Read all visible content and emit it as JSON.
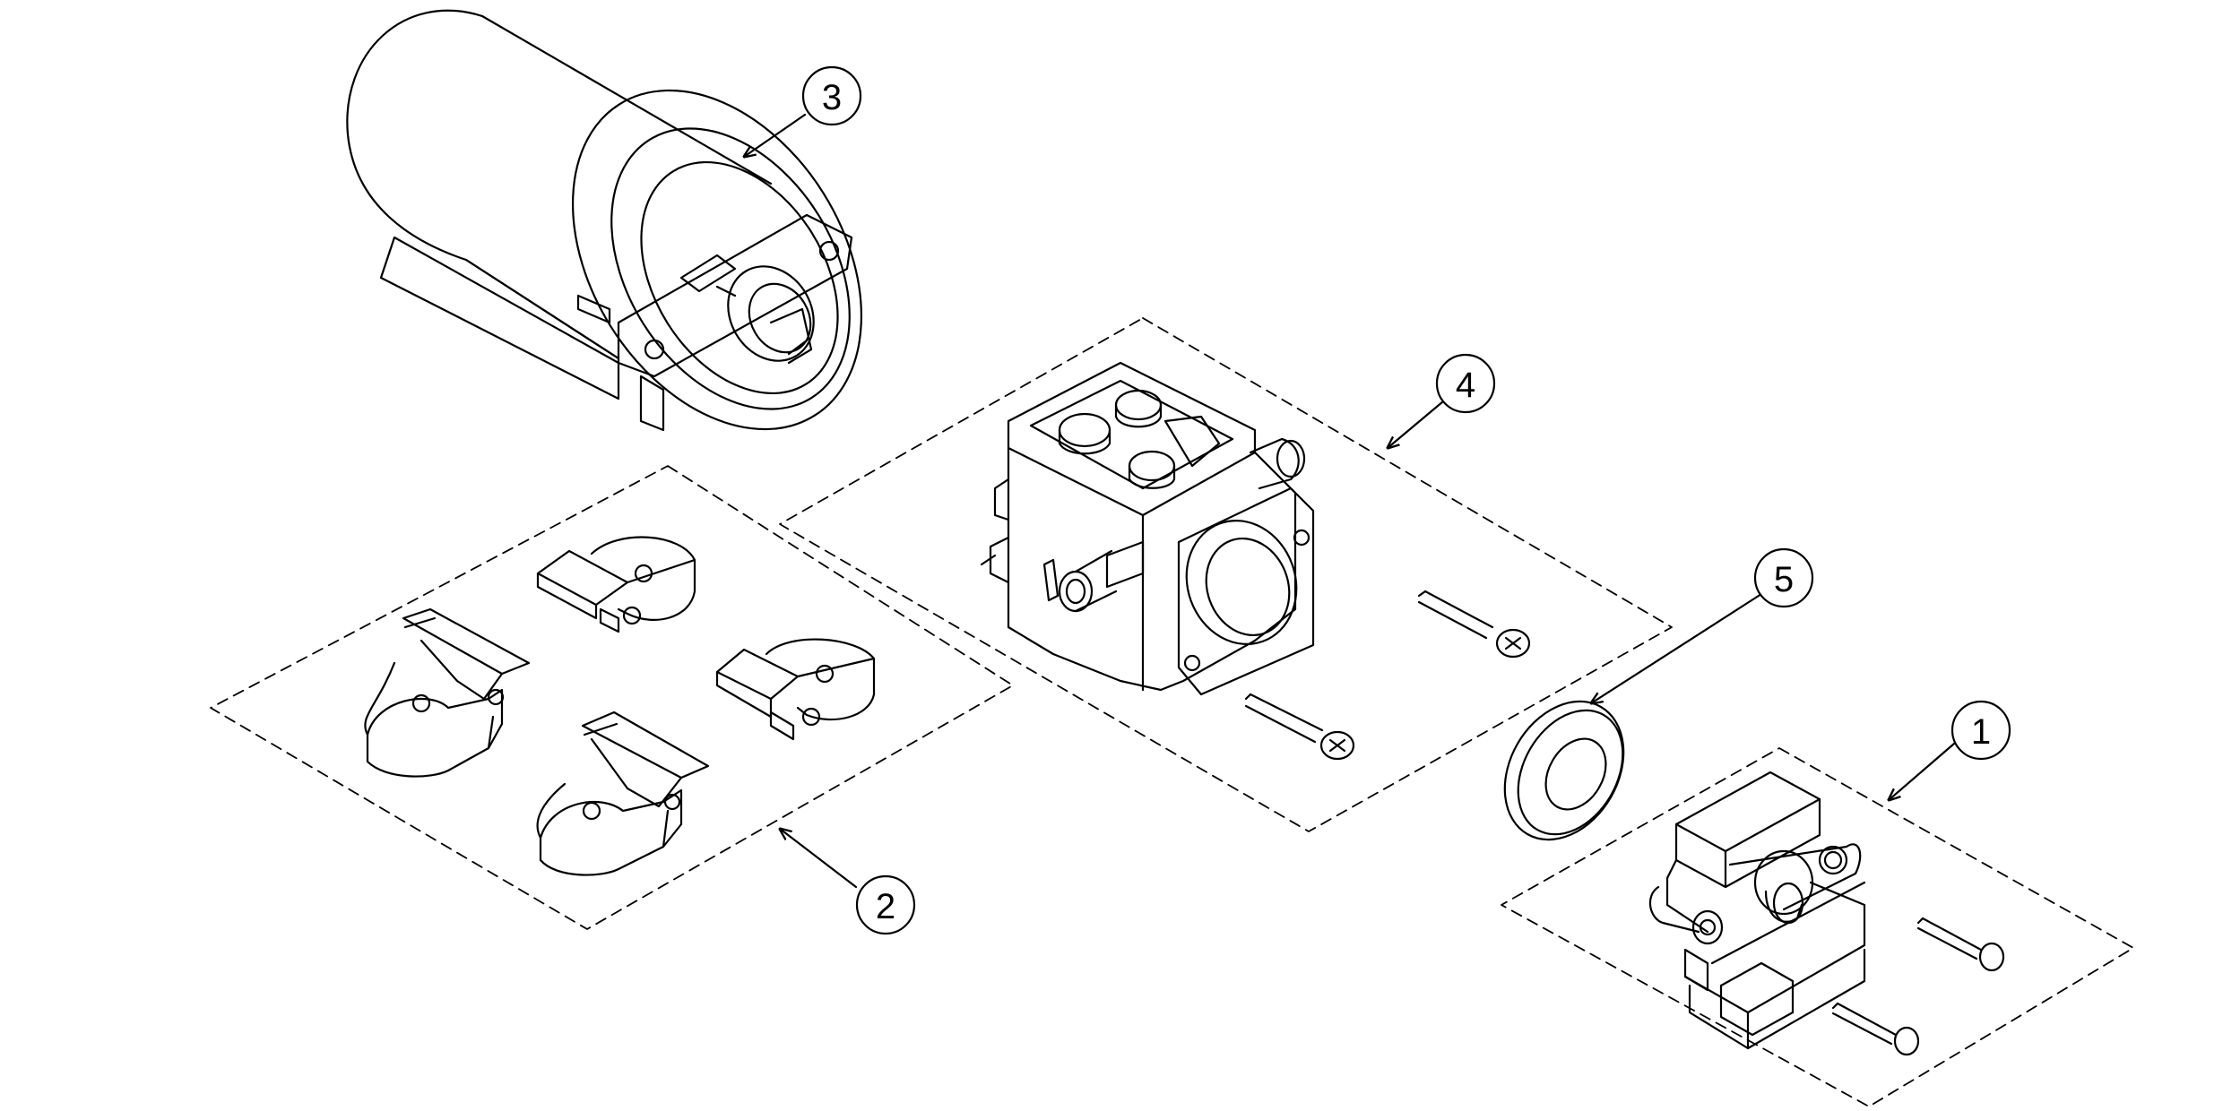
{
  "callouts": [
    {
      "id": "motor",
      "label": "3"
    },
    {
      "id": "brackets",
      "label": "2"
    },
    {
      "id": "pump-body",
      "label": "4"
    },
    {
      "id": "diaphragm",
      "label": "5"
    },
    {
      "id": "switch",
      "label": "1"
    }
  ],
  "colors": {
    "stroke": "#000000",
    "background": "#ffffff"
  }
}
